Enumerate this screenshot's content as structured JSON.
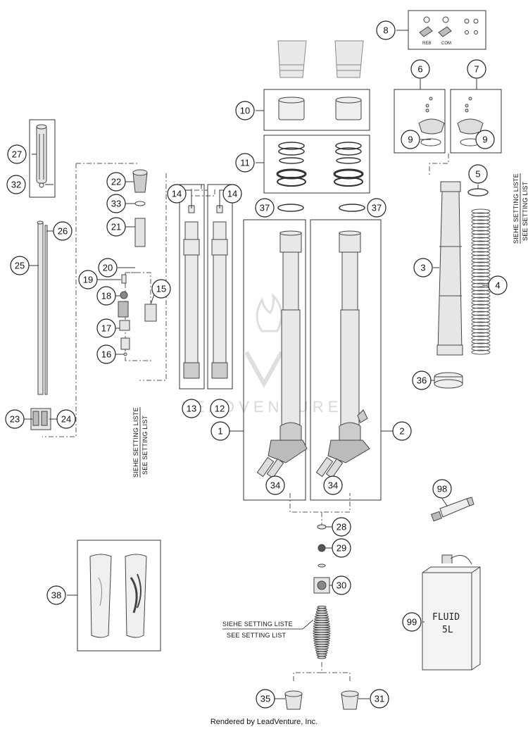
{
  "callouts": {
    "c1": "1",
    "c2": "2",
    "c3": "3",
    "c4": "4",
    "c5": "5",
    "c6": "6",
    "c7": "7",
    "c8": "8",
    "c9a": "9",
    "c9b": "9",
    "c10": "10",
    "c11": "11",
    "c12": "12",
    "c13": "13",
    "c14a": "14",
    "c14b": "14",
    "c15": "15",
    "c16": "16",
    "c17": "17",
    "c18": "18",
    "c19": "19",
    "c20": "20",
    "c21": "21",
    "c22": "22",
    "c23": "23",
    "c24": "24",
    "c25": "25",
    "c26": "26",
    "c27": "27",
    "c28": "28",
    "c29": "29",
    "c30": "30",
    "c31": "31",
    "c32": "32",
    "c33": "33",
    "c34a": "34",
    "c34b": "34",
    "c35": "35",
    "c36": "36",
    "c37a": "37",
    "c37b": "37",
    "c38": "38",
    "c98": "98",
    "c99": "99"
  },
  "notes": {
    "setting_de": "SIEHE SETTING LISTE",
    "setting_en": "SEE SETTING LIST"
  },
  "part_text": {
    "reb": "REB",
    "com": "COM",
    "fluid_line1": "FLUID",
    "fluid_line2": "5L"
  },
  "watermark": "LEADVENTURE",
  "footer": "Rendered by LeadVenture, Inc."
}
